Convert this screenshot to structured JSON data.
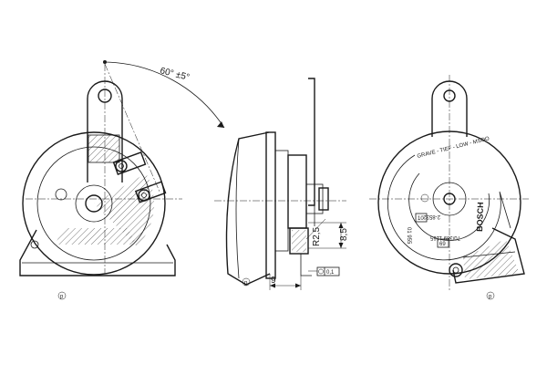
{
  "front_view": {
    "angle_dimension": "60° ±5°",
    "circle_marker": "p"
  },
  "side_view": {
    "dim_radius": "R2,5",
    "dim_height": "8,5",
    "dim_width": "9",
    "tolerance_frame": "0,1",
    "circle_marker": "p"
  },
  "rear_view": {
    "ring_text": "GRAVE - TIEF - LOW - MSOO",
    "brand": "BOSCH",
    "part_number": "2-8532",
    "date_code": "70/389 1165",
    "sub_code": "01 955",
    "mark_codes": [
      "10",
      "69"
    ],
    "circle_marker": "p"
  }
}
